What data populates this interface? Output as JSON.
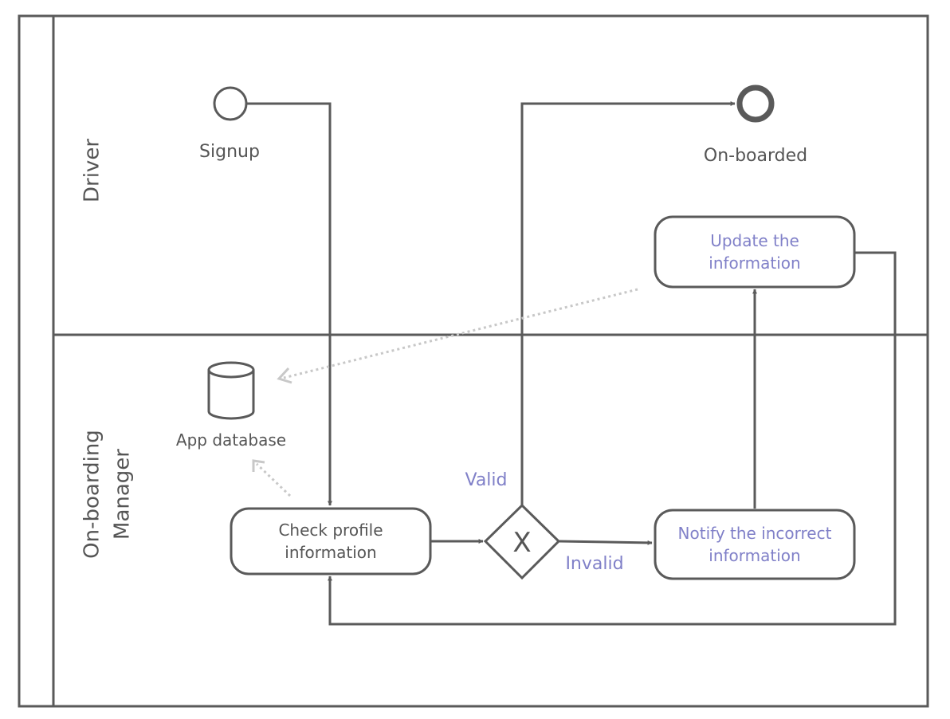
{
  "lanes": {
    "driver": "Driver",
    "manager_line1": "On-boarding",
    "manager_line2": "Manager"
  },
  "events": {
    "start": "Signup",
    "end": "On-boarded"
  },
  "tasks": {
    "check_line1": "Check profile",
    "check_line2": "information",
    "notify_line1": "Notify the incorrect",
    "notify_line2": "information",
    "update_line1": "Update the",
    "update_line2": "information"
  },
  "gateway": {
    "symbol": "X",
    "valid": "Valid",
    "invalid": "Invalid"
  },
  "data_store": {
    "label": "App database"
  },
  "colors": {
    "stroke": "#5a5a5a",
    "accent_text": "#8080c8",
    "dotted": "#c8c8c8"
  }
}
